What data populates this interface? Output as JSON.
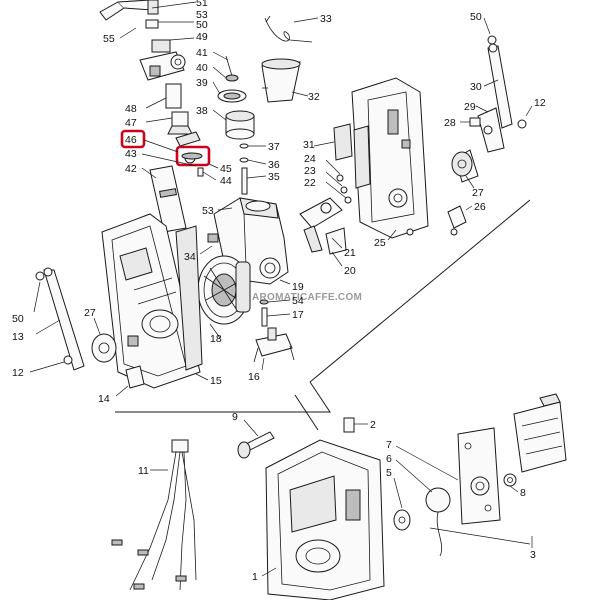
{
  "watermark": "AROMATICAFFE.COM",
  "highlight_color": "#d0021b",
  "labels": {
    "l1": "1",
    "l2": "2",
    "l3": "3",
    "l5": "5",
    "l6": "6",
    "l7": "7",
    "l8": "8",
    "l9": "9",
    "l11": "11",
    "l12a": "12",
    "l12b": "12",
    "l13": "13",
    "l14": "14",
    "l15": "15",
    "l16": "16",
    "l17": "17",
    "l18": "18",
    "l19": "19",
    "l20": "20",
    "l21": "21",
    "l22": "22",
    "l23": "23",
    "l24": "24",
    "l25": "25",
    "l26": "26",
    "l27a": "27",
    "l27b": "27",
    "l28": "28",
    "l29": "29",
    "l30": "30",
    "l31": "31",
    "l32": "32",
    "l33": "33",
    "l34": "34",
    "l35": "35",
    "l36": "36",
    "l37": "37",
    "l38": "38",
    "l39": "39",
    "l40": "40",
    "l41": "41",
    "l42": "42",
    "l43": "43",
    "l44": "44",
    "l45": "45",
    "l46": "46",
    "l47": "47",
    "l48": "48",
    "l49": "49",
    "l50a": "50",
    "l50b": "50",
    "l51": "51",
    "l53a": "53",
    "l53b": "53",
    "l54": "54",
    "l55": "55"
  }
}
